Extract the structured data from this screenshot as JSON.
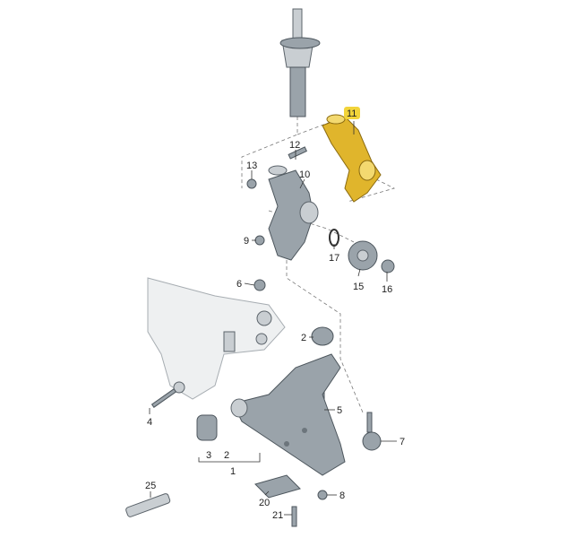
{
  "diagram": {
    "highlight_color": "#f2d43a",
    "part_color": "#9aa3aa",
    "highlighted_part": "11",
    "callouts": {
      "c1": "1",
      "c2a": "2",
      "c2b": "2",
      "c3": "3",
      "c4": "4",
      "c5": "5",
      "c6": "6",
      "c7": "7",
      "c8": "8",
      "c9": "9",
      "c10": "10",
      "c11": "11",
      "c12": "12",
      "c13": "13",
      "c15": "15",
      "c16": "16",
      "c17": "17",
      "c20": "20",
      "c21": "21",
      "c25": "25"
    }
  }
}
